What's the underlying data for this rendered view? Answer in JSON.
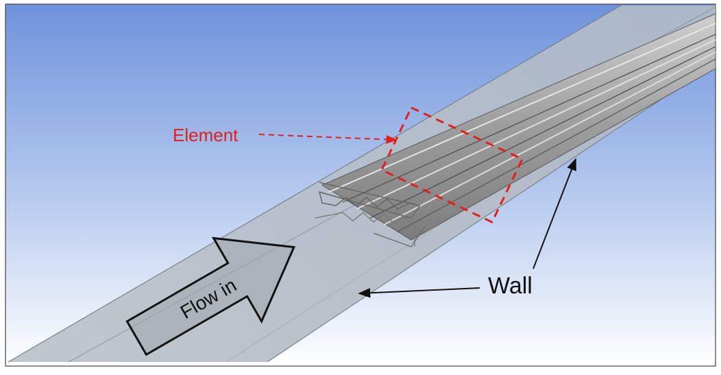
{
  "labels": {
    "element": "Element",
    "wall": "Wall",
    "flow": "Flow in"
  },
  "colors": {
    "sky_top": "#6f93dc",
    "sky_bottom": "#ffffff",
    "channel": "#b7bfc7",
    "channel_edge": "#7a8088",
    "element_metal": "#9c9c9c",
    "element_highlight": "#d8d8d8",
    "annotation_red": "#e02020",
    "annotation_black": "#111111"
  }
}
